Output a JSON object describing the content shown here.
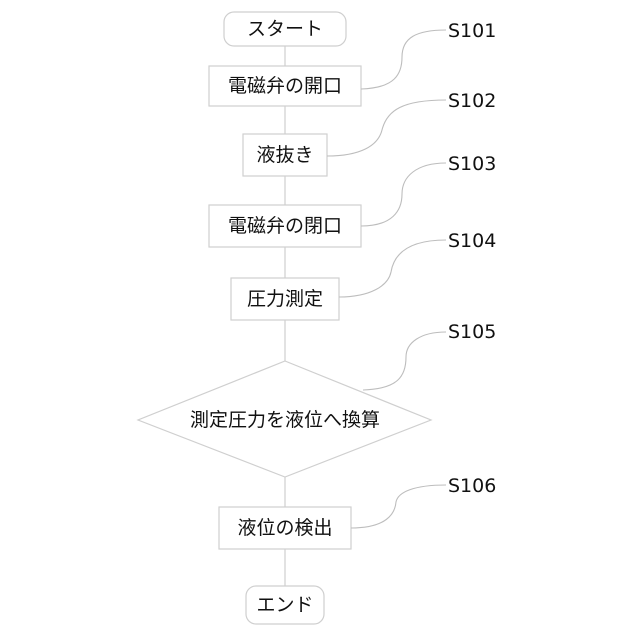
{
  "steps": {
    "start": "スタート",
    "s101": "電磁弁の開口",
    "s102": "液抜き",
    "s103": "電磁弁の閉口",
    "s104": "圧力測定",
    "s105": "測定圧力を液位へ換算",
    "s106": "液位の検出",
    "end": "エンド"
  },
  "labels": {
    "s101": "S101",
    "s102": "S102",
    "s103": "S103",
    "s104": "S104",
    "s105": "S105",
    "s106": "S106"
  }
}
